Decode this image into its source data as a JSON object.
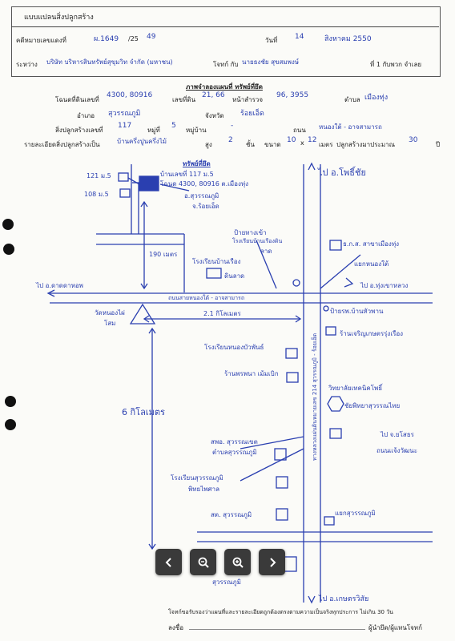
{
  "header": {
    "title": "แบบแปลนสิ่งปลูกสร้าง",
    "contract_label": "คดีหมายเลขแดงที่",
    "contract_no": "ผ.1649",
    "contract_sep": "/25",
    "contract_year": "49",
    "date_label": "วันที่",
    "date_day": "14",
    "date_month": "สิงหาคม 2550",
    "between_label": "ระหว่าง",
    "plaintiff": "บริษัท บริหารสินทรัพย์สุขุมวิท จำกัด (มหาชน)",
    "plaintiff_role": "โจทก์ กับ",
    "defendant": "นายธงชัย สุขสมพงษ์",
    "defendant_role": "ที่ 1 กับพวก จำเลย"
  },
  "section_title": "ภาพจำลองแผนที่ ทรัพย์ที่ยึด",
  "property": {
    "deed_label": "โฉนดที่ดินเลขที่",
    "deed_no": "4300, 80916",
    "land_no_label": "เลขที่ดิน",
    "land_no": "21, 66",
    "survey_label": "หน้าสำรวจ",
    "survey_no": "96, 3955",
    "tambon_label": "ตำบล",
    "tambon": "เมืองทุ่ง",
    "amphoe_label": "อำเภอ",
    "amphoe": "สุวรรณภูมิ",
    "province_label": "จังหวัด",
    "province": "ร้อยเอ็ด",
    "building_label": "สิ่งปลูกสร้างเลขที่",
    "building_no": "117",
    "moo_label": "หมู่ที่",
    "moo": "5",
    "village_label": "หมู่บ้าน",
    "village": "-",
    "road_label": "ถนน",
    "road": "หนองใต้ - อาจสามารถ",
    "detail_label": "รายละเอียดสิ่งปลูกสร้างเป็น",
    "detail": "บ้านครึ่งปูนครึ่งไม้",
    "floors_label": "สูง",
    "floors": "2",
    "floors_unit": "ชั้น",
    "size_label": "ขนาด",
    "size_w": "10",
    "size_x": "x",
    "size_l": "12",
    "size_unit": "เมตร",
    "age_label": "ปลูกสร้างมาประมาณ",
    "age": "30",
    "age_unit": "ปี"
  },
  "map": {
    "target_title": "ทรัพย์ที่ยึด",
    "target_house": "บ้านเลขที่ 117 ม.5",
    "target_deed": "โฉนด 4300, 80916 ต.เมืองทุ่ง",
    "target_district": "อ.สุวรรณภูมิ",
    "target_province": "จ.ร้อยเอ็ด",
    "house_121": "121 ม.5",
    "house_108": "108 ม.5",
    "distance_190": "190 เมตร",
    "school": "โรงเรียนบ้านเรือง",
    "school2": "ดินลาด",
    "sign_label1": "ป้ายทางเข้า",
    "sign_label2": "โรงเรียนบ้านเรืองดิน",
    "sign_label3": "ลาด",
    "to_left": "ไป อ.ดาดดาหอพ",
    "road_main": "ถนนสายหนองใต้ - อาจสามารถ",
    "to_top": "ไป อ.โพธิ์ชัย",
    "bank": "ธ.ก.ส. สาขาเมืองทุ่ง",
    "bank2": "แยกหนองใต้",
    "to_thung": "ไป อ.ทุ่งเขาหลวง",
    "distance_21": "2.1 กิโลเมตร",
    "wat": "วัดหนองไผ่",
    "wat2": "โสม",
    "hospital": "ป้ายรพ.บ้านหัวพาน",
    "rice_mill": "ร้านเจริญเกษตรรุ่งเรือง",
    "school_right": "โรงเรียนหนองบัวพันธ์",
    "shop": "ร้านพรพนา เม้มเบิก",
    "factory": "วิทยาลัยเทคนิคโพธิ์",
    "factory2": "ชัยพิทยาสุวรรณไทย",
    "distance_6": "6 กิโลเมตร",
    "sao": "สพอ. สุวรรณเขต",
    "sao2": "ตำบลสุวรรณภูมิ",
    "school_sv": "โรงเรียนสุวรรณภูมิ",
    "school_sv2": "พิทยไพศาล",
    "rice": "สต. สุวรรณภูมิ",
    "stop": "แยกสุวรรณภูมิ",
    "city": "ไป จ.ยโสธร",
    "city2": "ถนนแจ้งวัฒนะ",
    "bottom_district": "สุวรรณภูมิ",
    "vertical_road": "ทางหลวงแผ่นดินหมายเลข 214 สุวรรณภูมิ - ร้อยเอ็ด",
    "to_bottom": "ไป อ.เกษตรวิสัย"
  },
  "footer": {
    "certify": "โจทก์ขอรับรองว่าแผนที่และรายละเอียดถูกต้องตรงตามความเป็นจริงทุกประการ ไม่เกิน 30 วัน",
    "sign_label": "ลงชื่อ",
    "sign_role": "ผู้นำยึด/ผู้แทนโจทก์"
  },
  "viewer": {
    "prev_icon": "chevron-left-icon",
    "zoom_out_icon": "zoom-out-icon",
    "zoom_in_icon": "zoom-in-icon",
    "next_icon": "chevron-right-icon"
  }
}
